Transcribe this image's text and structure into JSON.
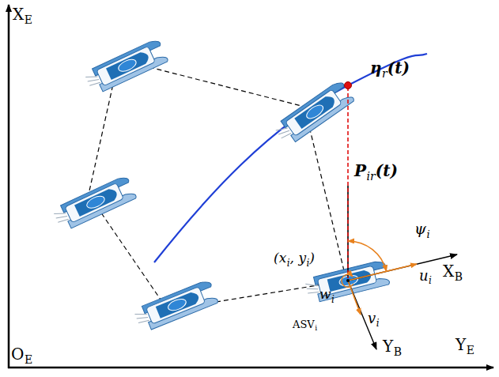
{
  "diagram": {
    "labels": [
      "X",
      "E",
      "η",
      "r",
      "(t)",
      "P",
      "ir",
      "(t)",
      "ψ",
      "i",
      "(x",
      "i",
      ", y",
      "i",
      ")",
      "u",
      "i",
      "X",
      "B",
      "w",
      "i",
      "v",
      "i",
      "Y",
      "B",
      "ASV",
      "i",
      "Y",
      "E",
      "O",
      "E"
    ]
  }
}
